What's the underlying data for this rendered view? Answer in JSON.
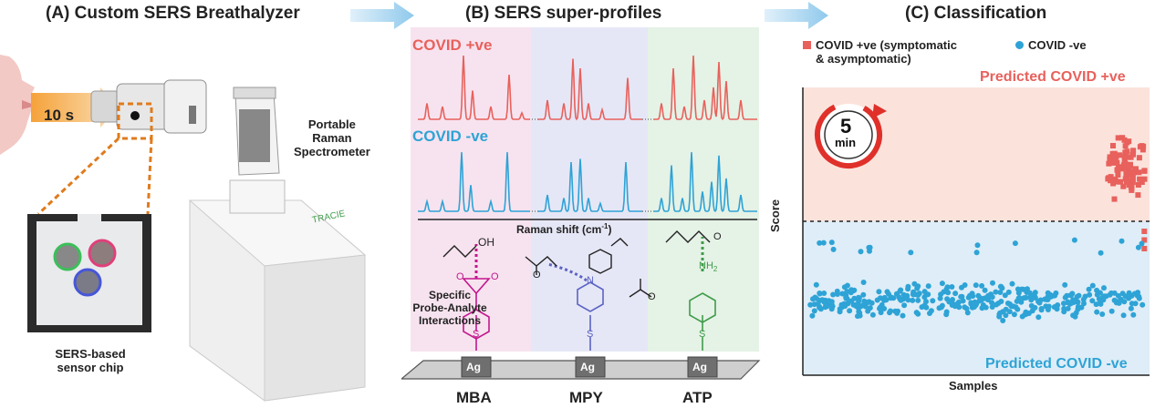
{
  "panel_a": {
    "title": "(A) Custom SERS Breathalyzer",
    "timer_label": "10 s",
    "chip_label_line1": "SERS-based",
    "chip_label_line2": "sensor chip",
    "spectrometer_line1": "Portable",
    "spectrometer_line2": "Raman",
    "spectrometer_line3": "Spectrometer",
    "device_brand": "TRACIE"
  },
  "panel_b": {
    "title": "(B) SERS super-profiles",
    "positive_label": "COVID +ve",
    "negative_label": "COVID -ve",
    "xaxis_label": "Raman shift (cm",
    "xaxis_sup": "-1",
    "xaxis_close": ")",
    "interaction_line1": "Specific",
    "interaction_line2": "Probe-Analyte",
    "interaction_line3": "Interactions",
    "substrate_label": "Ag",
    "probes": [
      "MBA",
      "MPY",
      "ATP"
    ],
    "atom_oh": "OH",
    "atom_o": "O",
    "atom_n": "N",
    "atom_s": "S",
    "atom_nh2": "NH",
    "atom_nh2_sub": "2",
    "colors": {
      "positive": "#e8615c",
      "negative": "#2ea3d6",
      "mba": "#c2188e",
      "mpy": "#5b63c4",
      "atp": "#3f9c4a"
    }
  },
  "panel_c": {
    "title": "(C) Classification",
    "legend_positive_line1": "COVID +ve (symptomatic",
    "legend_positive_line2": "& asymptomatic)",
    "legend_negative": "COVID -ve",
    "predicted_positive": "Predicted COVID +ve",
    "predicted_negative": "Predicted COVID -ve",
    "timer_value": "5",
    "timer_unit": "min",
    "ylabel": "Score",
    "xlabel": "Samples",
    "colors": {
      "positive": "#e8615c",
      "negative": "#2ea3d6",
      "positive_bg": "#fbe3dc",
      "negative_bg": "#deedf7",
      "timer": "#e0302a"
    }
  },
  "chart_data": {
    "type": "scatter",
    "title": "",
    "xlabel": "Samples",
    "ylabel": "Score",
    "legend": "top",
    "series": [
      {
        "name": "COVID +ve (symptomatic & asymptomatic)",
        "n": 90,
        "x_range": [
          0.88,
          0.99
        ],
        "y_range": [
          0.58,
          0.88
        ]
      },
      {
        "name": "COVID -ve",
        "n": 380,
        "x_range": [
          0.02,
          0.98
        ],
        "y_range": [
          0.05,
          0.47
        ]
      }
    ],
    "threshold": 0.5
  }
}
